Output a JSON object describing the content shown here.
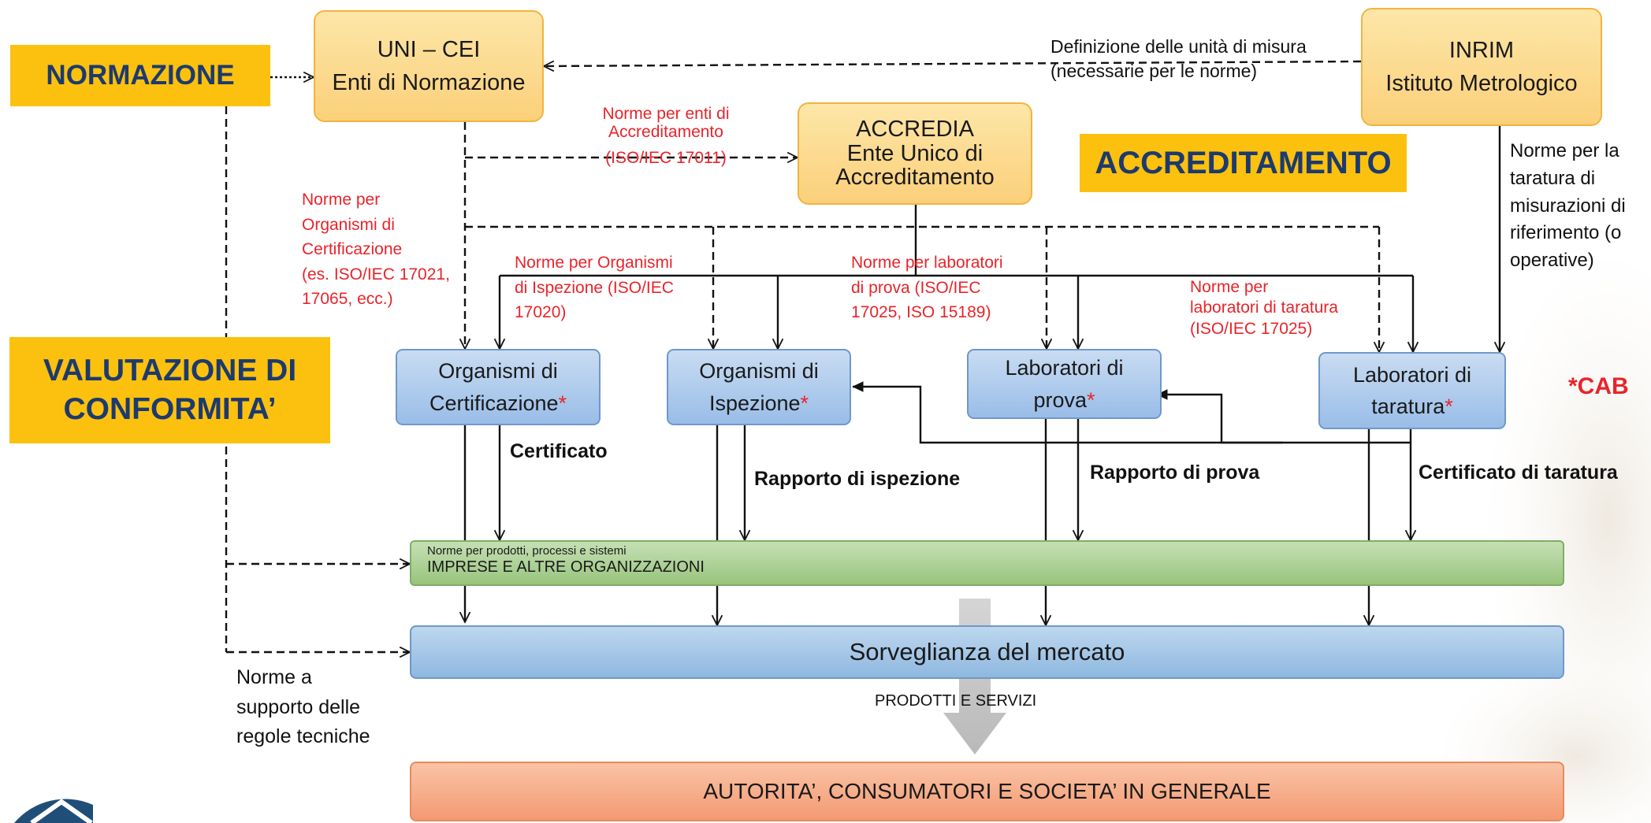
{
  "labels": {
    "normazione": "NORMAZIONE",
    "accreditamento": "ACCREDITAMENTO",
    "valutazione": "VALUTAZIONE DI CONFORMITA’",
    "cab": "*CAB"
  },
  "boxes": {
    "uni_cei": {
      "line1": "UNI – CEI",
      "line2": "Enti di Normazione"
    },
    "inrim": {
      "line1": "INRIM",
      "line2": "Istituto Metrologico"
    },
    "accredia": {
      "line1": "ACCREDIA",
      "line2": "Ente Unico di",
      "line3": "Accreditamento"
    },
    "org_cert": {
      "line1": "Organismi di",
      "line2": "Certificazione"
    },
    "org_isp": {
      "line1": "Organismi di",
      "line2": "Ispezione"
    },
    "lab_prova": {
      "line1": "Laboratori di",
      "line2": "prova"
    },
    "lab_taratura": {
      "line1": "Laboratori di",
      "line2": "taratura"
    },
    "star": "*"
  },
  "bands": {
    "imprese_small": "Norme per prodotti, processi e sistemi",
    "imprese": "IMPRESE E ALTRE ORGANIZZAZIONI",
    "sorveglianza": "Sorveglianza del mercato",
    "prodotti": "PRODOTTI E SERVIZI",
    "autorita": "AUTORITA’, CONSUMATORI E SOCIETA’ IN GENERALE"
  },
  "annotations": {
    "definizione_1": "Definizione delle unità di misura",
    "definizione_2": "(necessarie per le norme)",
    "norme_accr_1": "Norme per enti di",
    "norme_accr_2": "Accreditamento",
    "norme_accr_3": "(ISO/IEC 17011)",
    "norme_cert_1": "Norme per",
    "norme_cert_2": "Organismi di",
    "norme_cert_3": "Certificazione",
    "norme_cert_4": "(es. ISO/IEC 17021,",
    "norme_cert_5": "17065, ecc.)",
    "norme_isp_1": "Norme per Organismi",
    "norme_isp_2": "di Ispezione (ISO/IEC",
    "norme_isp_3": "17020)",
    "norme_lab_1": "Norme per laboratori",
    "norme_lab_2": "di prova (ISO/IEC",
    "norme_lab_3": "17025, ISO 15189)",
    "norme_tar_1": "Norme per",
    "norme_tar_2": "laboratori di taratura",
    "norme_tar_3": "(ISO/IEC 17025)",
    "norme_rif_1": "Norme per la",
    "norme_rif_2": "taratura di",
    "norme_rif_3": "misurazioni di",
    "norme_rif_4": "riferimento (o",
    "norme_rif_5": "operative)",
    "norme_sup_1": "Norme a",
    "norme_sup_2": "supporto delle",
    "norme_sup_3": "regole tecniche"
  },
  "outputs": {
    "certificato": "Certificato",
    "rapporto_isp": "Rapporto di ispezione",
    "rapporto_prova": "Rapporto di prova",
    "certificato_tar": "Certificato di taratura"
  },
  "colors": {
    "label_yellow": "#fcc10e",
    "label_text": "#1d3a6e",
    "red_text": "#e8242a",
    "green_band": "#a9d18e",
    "blue_band": "#9dc3e6",
    "salmon_band": "#f4a582"
  }
}
